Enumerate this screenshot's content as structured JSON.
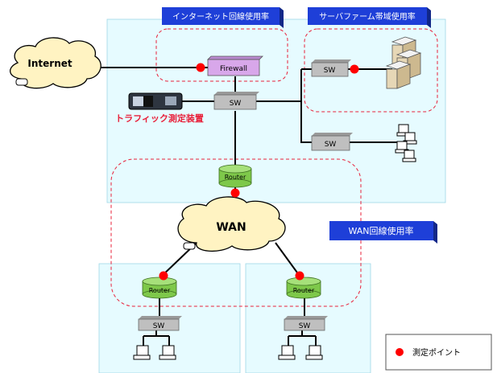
{
  "labels": {
    "internet_usage": "インターネット回線使用率",
    "server_farm_usage": "サーバファーム帯域使用率",
    "wan_usage": "WAN回線使用率",
    "traffic_device": "トラフィック測定装置",
    "internet": "Internet",
    "wan": "WAN",
    "firewall": "Firewall",
    "sw": "SW",
    "router": "Router",
    "legend": "測定ポイント"
  },
  "colors": {
    "zone_fill": "#e6fbff",
    "label_box": "#1e3fd8",
    "dashed": "#e8203a",
    "cloud": "#fff3c2",
    "router": "#7ec84a",
    "firewall": "#d8a7ea",
    "switch": "#bfbfbf",
    "point": "#ff0000",
    "device_text": "#e8203a"
  }
}
